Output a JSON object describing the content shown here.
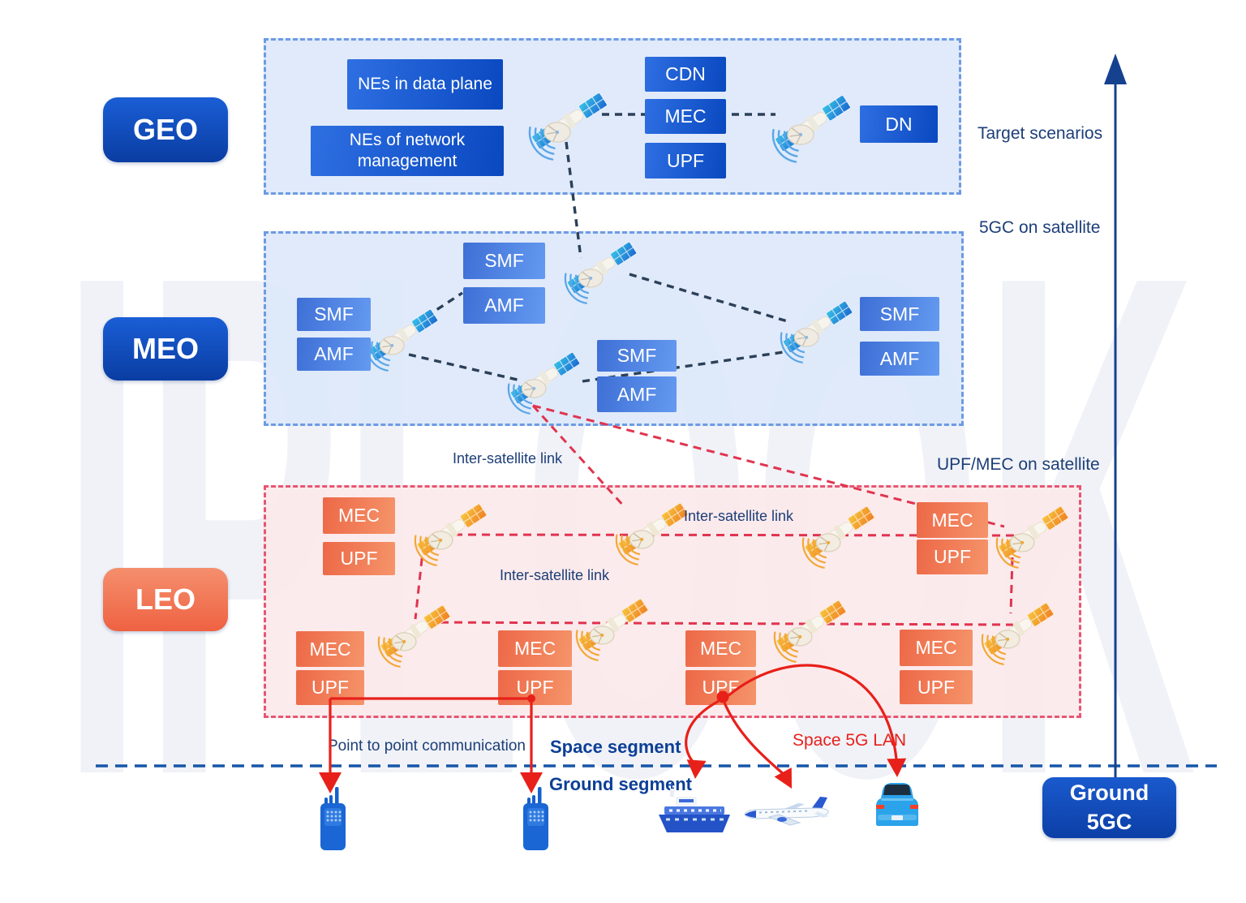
{
  "watermark": "IPLOOK",
  "colors": {
    "band_blue_fill": "#dbe7f8",
    "band_blue_border": "#6d9be2",
    "band_pink_fill": "#fce9ea",
    "band_pink_border": "#e75672",
    "box_dark_blue": "#0a48c0",
    "box_mid_blue": "#4a7de2",
    "box_orange": "#ee6a4b",
    "red_link": "#e8201a",
    "pink_dashed_link": "#e0344f",
    "navy_dashed_link": "#2b4058",
    "text_navy": "#1c3e78",
    "axis_blue": "#16418f"
  },
  "orbits": {
    "geo": "GEO",
    "meo": "MEO",
    "leo": "LEO"
  },
  "geo": {
    "ne_data_plane": "NEs in data plane",
    "ne_network_mgmt": "NEs of network management",
    "cdn": "CDN",
    "mec": "MEC",
    "upf": "UPF",
    "dn": "DN"
  },
  "meo": {
    "smf": "SMF",
    "amf": "AMF"
  },
  "leo": {
    "mec": "MEC",
    "upf": "UPF",
    "inter_satellite_link": "Inter-satellite link"
  },
  "annotations": {
    "target_scenarios": "Target scenarios",
    "gc_on_satellite": "5GC on satellite",
    "upf_mec_on_satellite": "UPF/MEC on satellite",
    "point_to_point": "Point to point communication",
    "space_segment": "Space segment",
    "ground_segment": "Ground segment",
    "space_5g_lan": "Space 5G LAN",
    "ground_5gc_line1": "Ground",
    "ground_5gc_line2": "5GC"
  }
}
